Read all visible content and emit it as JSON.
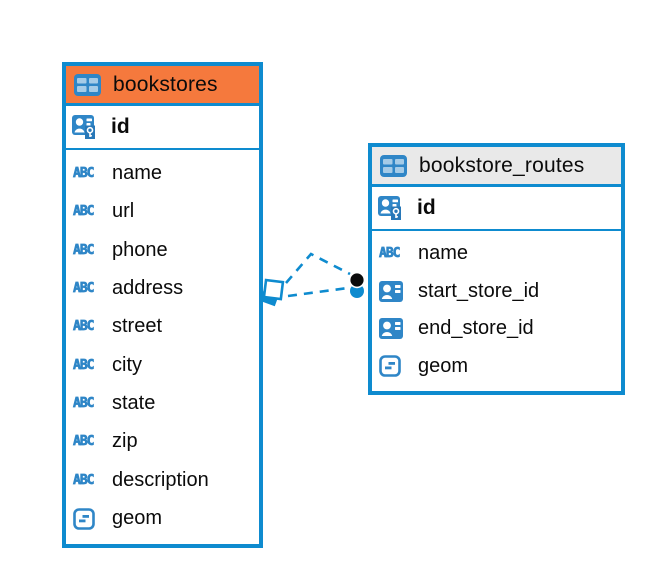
{
  "colors": {
    "table_border": "#0E8BCF",
    "header_orange": "#F5793D",
    "header_gray": "#E9E9E9",
    "icon_blue": "#2F86C7",
    "line_blue": "#0E8BCF"
  },
  "tables": [
    {
      "name": "bookstores",
      "header_style": "orange",
      "columns": [
        {
          "name": "id",
          "type": "primary-key"
        },
        {
          "name": "name",
          "type": "text"
        },
        {
          "name": "url",
          "type": "text"
        },
        {
          "name": "phone",
          "type": "text"
        },
        {
          "name": "address",
          "type": "text"
        },
        {
          "name": "street",
          "type": "text"
        },
        {
          "name": "city",
          "type": "text"
        },
        {
          "name": "state",
          "type": "text"
        },
        {
          "name": "zip",
          "type": "text"
        },
        {
          "name": "description",
          "type": "text"
        },
        {
          "name": "geom",
          "type": "geometry"
        }
      ]
    },
    {
      "name": "bookstore_routes",
      "header_style": "gray",
      "columns": [
        {
          "name": "id",
          "type": "primary-key"
        },
        {
          "name": "name",
          "type": "text"
        },
        {
          "name": "start_store_id",
          "type": "foreign-key"
        },
        {
          "name": "end_store_id",
          "type": "foreign-key"
        },
        {
          "name": "geom",
          "type": "geometry"
        }
      ]
    }
  ],
  "relationships": [
    {
      "from": "bookstore_routes.start_store_id",
      "to": "bookstores.id",
      "style": "dashed"
    },
    {
      "from": "bookstore_routes.end_store_id",
      "to": "bookstores.id",
      "style": "dashed"
    }
  ]
}
